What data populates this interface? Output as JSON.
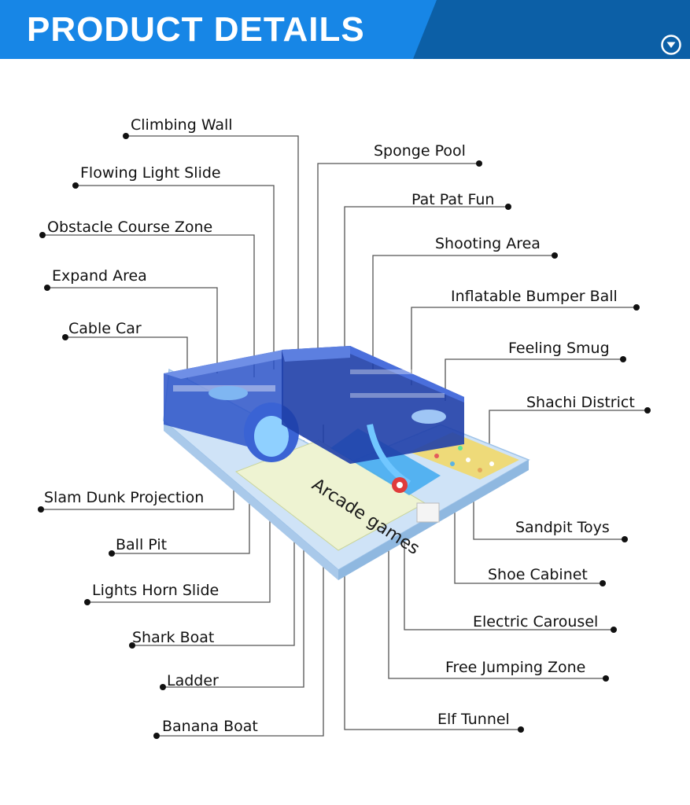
{
  "header": {
    "title": "PRODUCT DETAILS",
    "colors": {
      "primary": "#1786e6",
      "dark": "#0c5fa6"
    },
    "icon": "chevron-down-circle-icon"
  },
  "illustration": {
    "floor_text": "Arcade games",
    "colors": {
      "structure": "#2c54c8",
      "floor": "#eef3d2",
      "water": "#3ea9f0"
    }
  },
  "left_labels": [
    "Climbing Wall",
    "Flowing Light Slide",
    "Obstacle Course Zone",
    "Expand Area",
    "Cable Car",
    "Slam Dunk Projection",
    "Ball Pit",
    "Lights Horn Slide",
    "Shark Boat",
    "Ladder",
    "Banana Boat"
  ],
  "right_labels": [
    "Sponge Pool",
    "Pat Pat Fun",
    "Shooting Area",
    "Inflatable Bumper Ball",
    "Feeling Smug",
    "Shachi District",
    "Sandpit Toys",
    "Shoe Cabinet",
    "Electric Carousel",
    "Free Jumping Zone",
    "Elf Tunnel"
  ]
}
